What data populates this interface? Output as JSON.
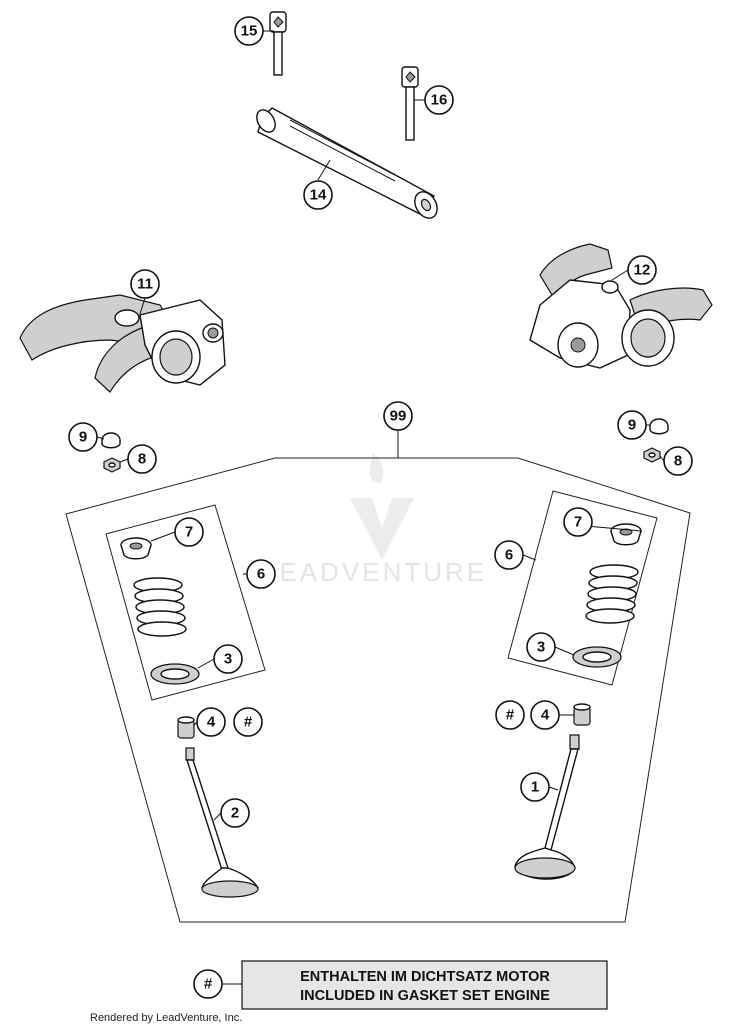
{
  "callouts": {
    "c15": "15",
    "c16": "16",
    "c14": "14",
    "c11": "11",
    "c12": "12",
    "c99": "99",
    "c9l": "9",
    "c8l": "8",
    "c9r": "9",
    "c8r": "8",
    "c7l": "7",
    "c6l": "6",
    "c3l": "3",
    "c4l": "4",
    "hashl": "#",
    "c2": "2",
    "c7r": "7",
    "c6r": "6",
    "c3r": "3",
    "hashr": "#",
    "c4r": "4",
    "c1": "1"
  },
  "legend": {
    "symbol": "#",
    "line1": "ENTHALTEN IM DICHTSATZ MOTOR",
    "line2": "INCLUDED IN GASKET SET ENGINE"
  },
  "footer": {
    "credit": "Rendered by LeadVenture, Inc."
  },
  "watermark": {
    "text": "LEADVENTURE"
  },
  "colors": {
    "ink": "#111111",
    "legend_fill": "#e6e6e6",
    "part_gray": "#cfcfcf"
  }
}
